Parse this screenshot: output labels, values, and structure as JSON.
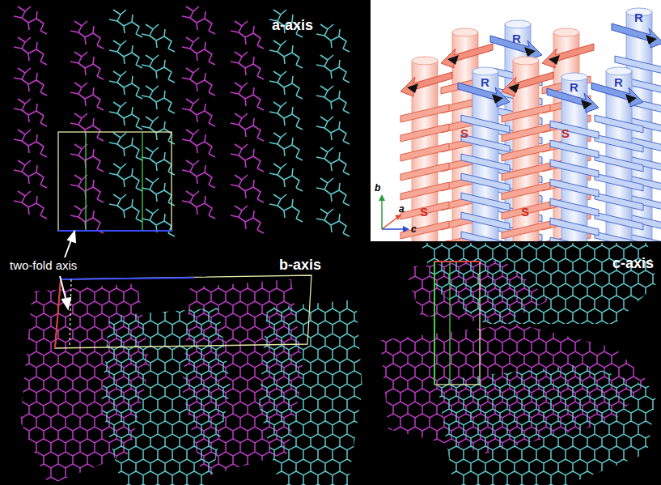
{
  "diagram": {
    "labels": [
      "a-axis",
      "b-axis",
      "c-axis",
      "two-fold axis",
      "R",
      "R",
      "R",
      "R",
      "R",
      "S",
      "S",
      "S",
      "S",
      "b",
      "a",
      "c"
    ]
  }
}
